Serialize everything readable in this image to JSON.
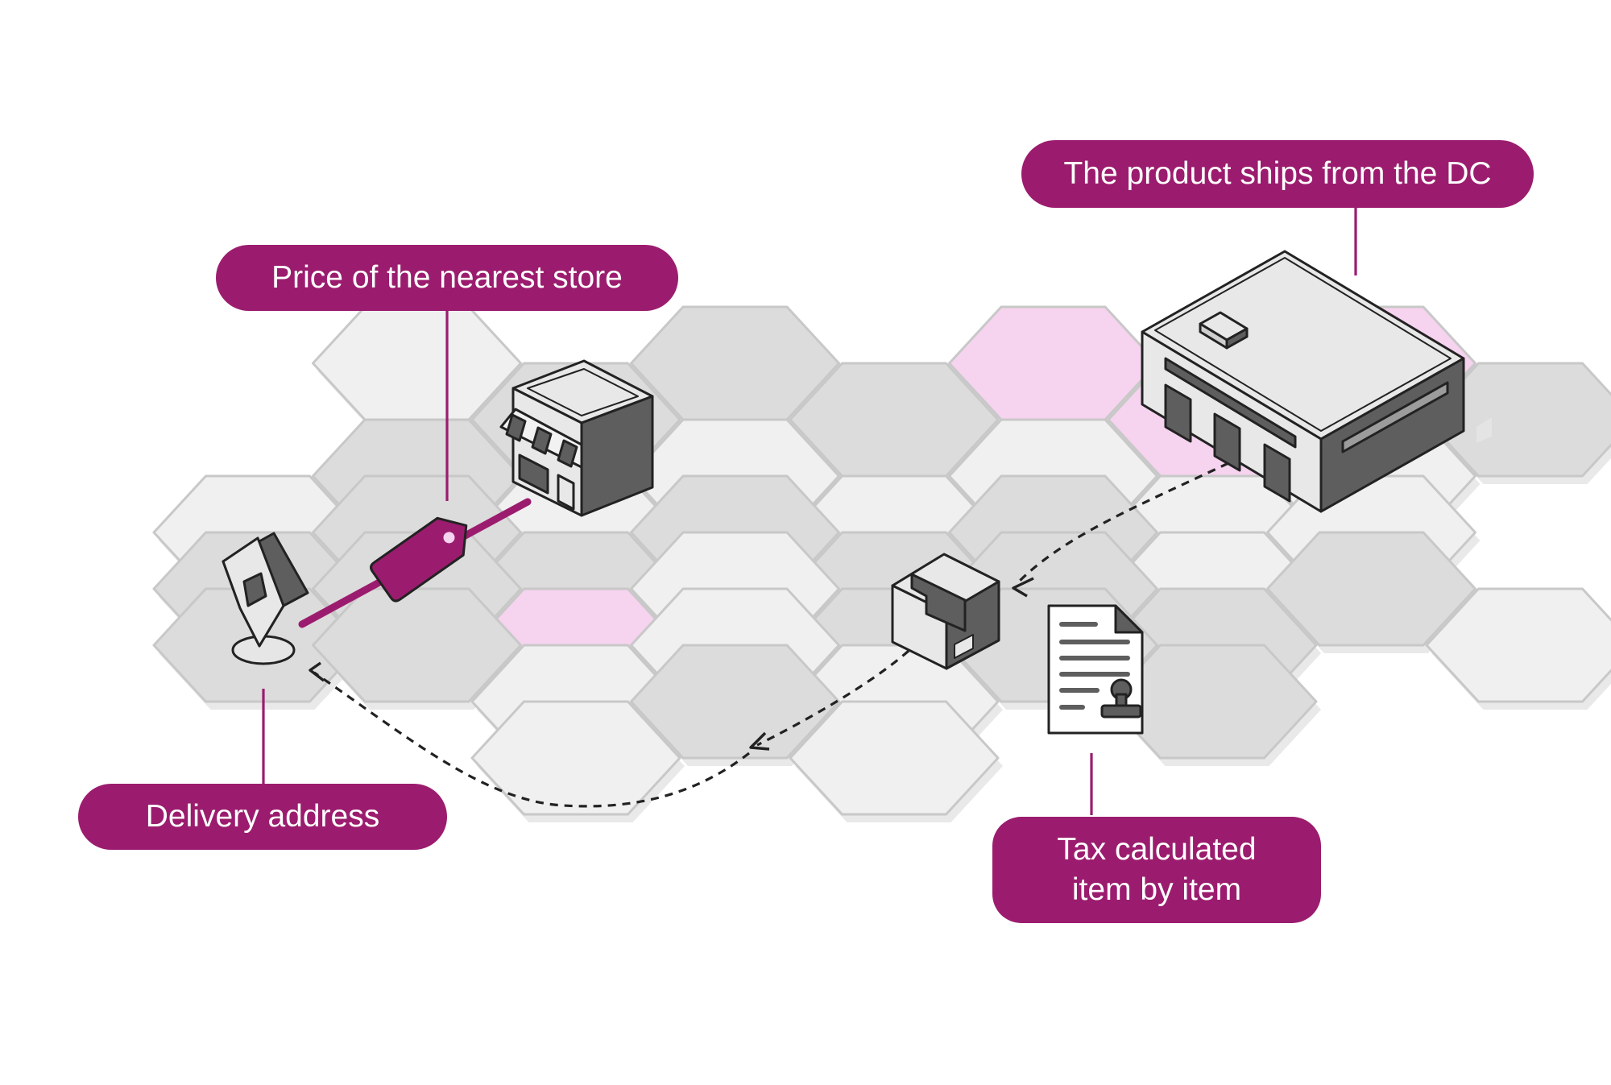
{
  "colors": {
    "accent": "#9b1c6e",
    "highlight": "#f6d3ee",
    "hex_light": "#f0f0f0",
    "hex_dark": "#dcdcdc",
    "hex_stroke": "#c8c8c8",
    "icon_dark": "#5e5e5e",
    "icon_light": "#e8e8e8",
    "outline": "#222222"
  },
  "callouts": {
    "dc": "The product ships from the DC",
    "store_price": "Price of the nearest store",
    "delivery": "Delivery address",
    "tax": "Tax calculated\nitem by item"
  },
  "icons": {
    "warehouse": "warehouse-icon",
    "store": "store-icon",
    "price_tag": "price-tag-icon",
    "house_pin": "house-location-pin-icon",
    "package": "package-box-icon",
    "tax_document": "stamped-document-icon"
  }
}
